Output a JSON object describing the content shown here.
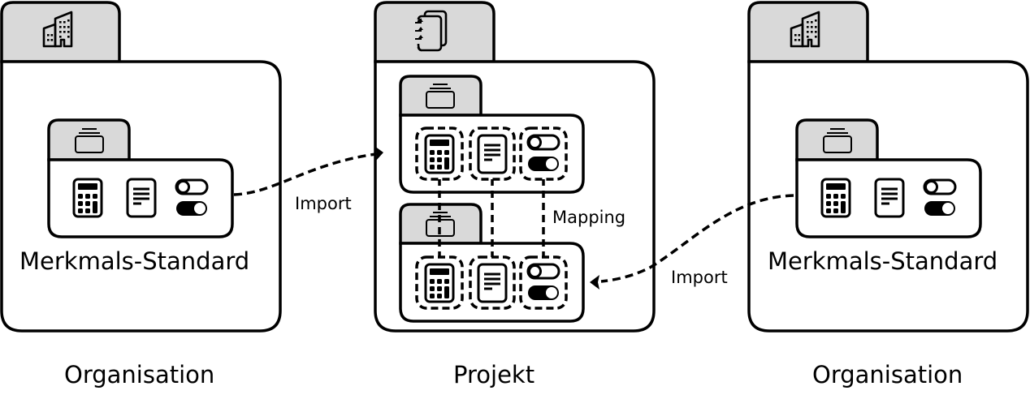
{
  "colors": {
    "stroke": "#000000",
    "tab_fill": "#d9d9d9",
    "panel_fill": "#ffffff"
  },
  "left": {
    "container_icon": "building-icon",
    "container_caption": "Organisation",
    "standard_icon": "stack-icon",
    "standard_label": "Merkmals-Standard",
    "features": [
      "calculator-icon",
      "document-icon",
      "toggle-icon"
    ]
  },
  "center": {
    "container_icon": "notebook-icon",
    "container_caption": "Projekt",
    "upper_standard_icon": "stack-icon",
    "lower_standard_icon": "stack-icon",
    "features": [
      "calculator-icon",
      "document-icon",
      "toggle-icon"
    ],
    "mapping_label": "Mapping"
  },
  "right": {
    "container_icon": "building-icon",
    "container_caption": "Organisation",
    "standard_icon": "stack-icon",
    "standard_label": "Merkmals-Standard",
    "features": [
      "calculator-icon",
      "document-icon",
      "toggle-icon"
    ]
  },
  "arrows": {
    "left_import_label": "Import",
    "right_import_label": "Import"
  }
}
